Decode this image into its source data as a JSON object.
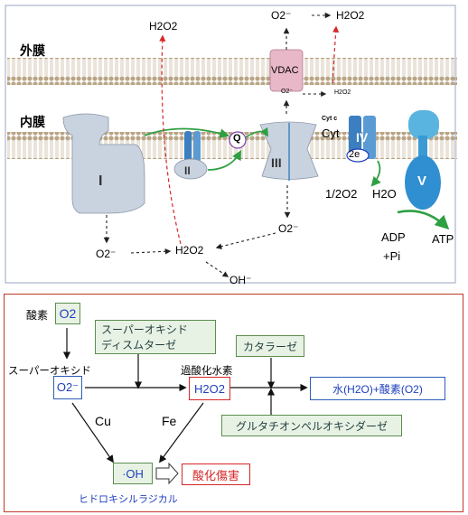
{
  "top": {
    "outer_membrane": "外膜",
    "inner_membrane": "内膜",
    "complex_I": "I",
    "complex_II": "II",
    "complex_III": "III",
    "complex_IV": "IV",
    "complex_V": "V",
    "q": "Q",
    "cytc_small": "Cyt c",
    "cyt": "Cyt",
    "two_e": "2e",
    "vdac": "VDAC",
    "o2m_top": "O2⁻",
    "h2o2_top": "H2O2",
    "h2o2_topleft": "H2O2",
    "o2m_vdac_small": "O2⁻",
    "h2o2_vdac_small": "H2O2",
    "o2m_left": "O2⁻",
    "o2m_right": "O2⁻",
    "h2o2_mid": "H2O2",
    "ohm": "OH⁻",
    "half_o2": "1/2O2",
    "h2o": "H2O",
    "adp": "ADP",
    "pi": "+Pi",
    "atp": "ATP"
  },
  "bottom": {
    "oxygen_label": "酸素",
    "o2": "O2",
    "superoxide_label": "スーパーオキシド",
    "o2m": "O2⁻",
    "sod_line1": "スーパーオキシド",
    "sod_line2": "ディスムターゼ",
    "h2o2_label": "過酸化水素",
    "h2o2": "H2O2",
    "catalase": "カタラーゼ",
    "gpx": "グルタチオンペルオキシダーゼ",
    "water_oxygen": "水(H2O)+酸素(O2)",
    "cu": "Cu",
    "fe": "Fe",
    "oh_radical": "·OH",
    "oxidative_damage": "酸化傷害",
    "hydroxyl_radical_label": "ヒドロキシルラジカル"
  },
  "colors": {
    "membrane_tan": "#c9b79c",
    "complex_grey": "#c9d3e0",
    "complex_blue": "#3b7fc0",
    "complex_V_blue": "#2f8fd0",
    "green_arrow": "#2ea043",
    "red_dash": "#d62728",
    "vdac_pink": "#e8b7c8",
    "box_green_bg": "#e8f2e4",
    "box_green_border": "#5b8f4e",
    "box_blue_border": "#2c5fb8",
    "box_red_border": "#d62728",
    "text_blue": "#1f3fbf",
    "text_red": "#d62728"
  }
}
